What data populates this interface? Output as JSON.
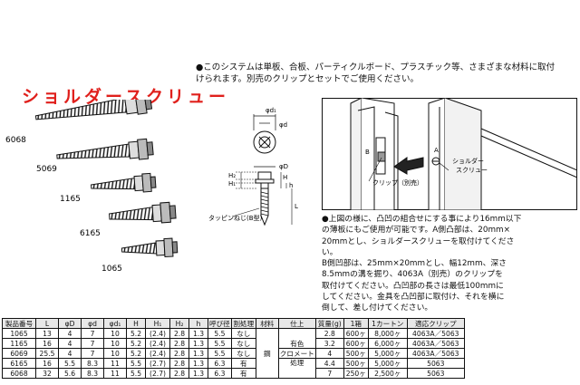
{
  "title": "ショルダースクリュー",
  "intro": [
    "●このシステムは単板、合板、パーティクルボード、プラスチック等、さまざまな材料に取付",
    "けられます。別売のクリップとセットでご使用ください。"
  ],
  "screws": [
    {
      "label": "6068"
    },
    {
      "label": "5069"
    },
    {
      "label": "1165"
    },
    {
      "label": "6165"
    },
    {
      "label": "1065"
    }
  ],
  "dim_labels": {
    "phi_d1": "φd₁",
    "phi_d": "φd",
    "phi_D": "φD",
    "H2": "H₂",
    "H1": "H₁",
    "H": "H",
    "h": "h",
    "L": "L",
    "thread": "タッピンねじ(B型)"
  },
  "install_labels": {
    "A": "A",
    "B": "B",
    "clip": "クリップ（別売）",
    "shoulder": "ショルダー\nスクリュー"
  },
  "note": [
    "●上図の様に、凸凹の組合せにする事により16mm以下",
    "の薄板にもご使用が可能です。A側凸部は、20mm×",
    "20mmとし、ショルダースクリューを取付けてくださ",
    "い。",
    "B側凹部は、25mm×20mmとし、幅12mm、深さ",
    "8.5mmの溝を掘り、4063A（別売）のクリップを",
    "取付けてください。凸凹部の長さは最低100mmに",
    "してください。金具を凸凹部に取付け、それを横に",
    "倒して、差し付けてください。"
  ],
  "table": {
    "headers": [
      "製品番号",
      "L",
      "φD",
      "φd",
      "φd₁",
      "H",
      "H₁",
      "H₂",
      "h",
      "呼び径",
      "割処理",
      "材料",
      "仕上",
      "質量(g)",
      "1箱",
      "1カートン",
      "適応クリップ"
    ],
    "rows": [
      [
        "1065",
        "13",
        "4",
        "7",
        "10",
        "5.2",
        "(2.4)",
        "2.8",
        "1.3",
        "5.5",
        "なし"
      ],
      [
        "1165",
        "16",
        "4",
        "7",
        "10",
        "5.2",
        "(2.4)",
        "2.8",
        "1.3",
        "5.5",
        "なし"
      ],
      [
        "6069",
        "25.5",
        "4",
        "7",
        "10",
        "5.2",
        "(2.4)",
        "2.8",
        "1.3",
        "5.5",
        "なし"
      ],
      [
        "6165",
        "16",
        "5.5",
        "8.3",
        "11",
        "5.5",
        "(2.7)",
        "2.8",
        "1.3",
        "6.3",
        "有"
      ],
      [
        "6068",
        "32",
        "5.6",
        "8.3",
        "11",
        "5.5",
        "(2.7)",
        "2.8",
        "1.3",
        "6.3",
        "有"
      ]
    ],
    "material": "鋼",
    "finish_top": "有色",
    "finish_mid": "クロメート",
    "finish_bottom": "処理",
    "mass": [
      "2.8",
      "3.2",
      "4",
      "4.4",
      "7"
    ],
    "box": [
      "600ヶ",
      "600ヶ",
      "500ヶ",
      "500ヶ",
      "250ヶ"
    ],
    "carton": [
      "8,000ヶ",
      "6,000ヶ",
      "5,000ヶ",
      "5,000ヶ",
      "2,500ヶ"
    ],
    "clip": [
      "4063A／5063",
      "4063A／5063",
      "4063A／5063",
      "5063",
      "5063"
    ]
  }
}
